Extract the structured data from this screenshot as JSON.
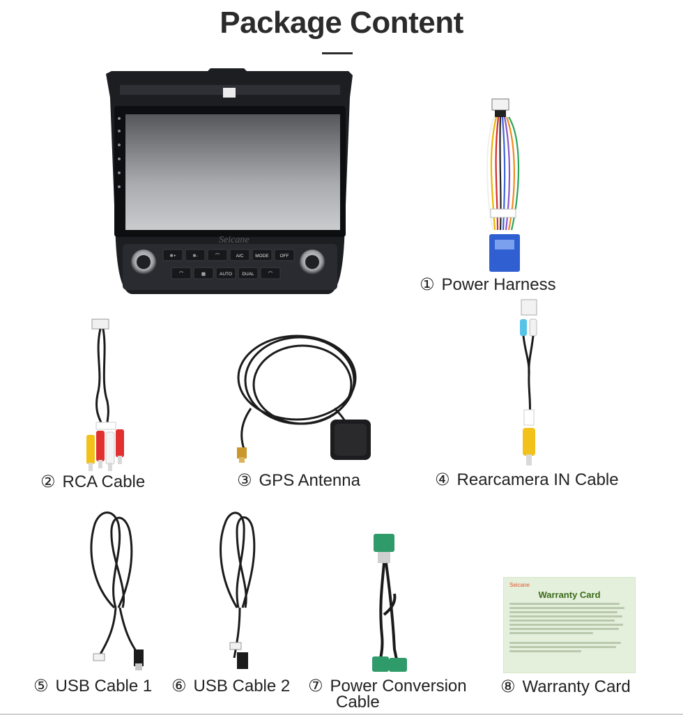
{
  "title": "Package Content",
  "items": [
    {
      "num": "①",
      "label": "Power Harness"
    },
    {
      "num": "②",
      "label": "RCA Cable"
    },
    {
      "num": "③",
      "label": "GPS Antenna"
    },
    {
      "num": "④",
      "label": "Rearcamera IN Cable"
    },
    {
      "num": "⑤",
      "label": "USB Cable 1"
    },
    {
      "num": "⑥",
      "label": "USB Cable 2"
    },
    {
      "num": "⑦",
      "label_line1": "Power Conversion",
      "label_line2": "Cable"
    },
    {
      "num": "⑧",
      "label": "Warranty Card"
    }
  ],
  "radio": {
    "brand": "Seicane",
    "buttons_top": [
      "❄+",
      "❄-",
      "⌒",
      "A/C",
      "MODE",
      "OFF"
    ],
    "buttons_bottom": [
      "⌒",
      "▦",
      "AUTO",
      "DUAL",
      "⌒"
    ]
  },
  "warranty_card": {
    "brand": "Seicane",
    "title": "Warranty Card"
  },
  "colors": {
    "title": "#2b2b2b",
    "radio_body": "#1d1e22",
    "screen_gradient_top": "#5a5c60",
    "screen_gradient_bottom": "#c4c6c8",
    "connector_blue": "#2f5fd0",
    "connector_green": "#2f9a6a",
    "rca_yellow": "#f2c21a",
    "card_bg": "#e4f0dc"
  }
}
